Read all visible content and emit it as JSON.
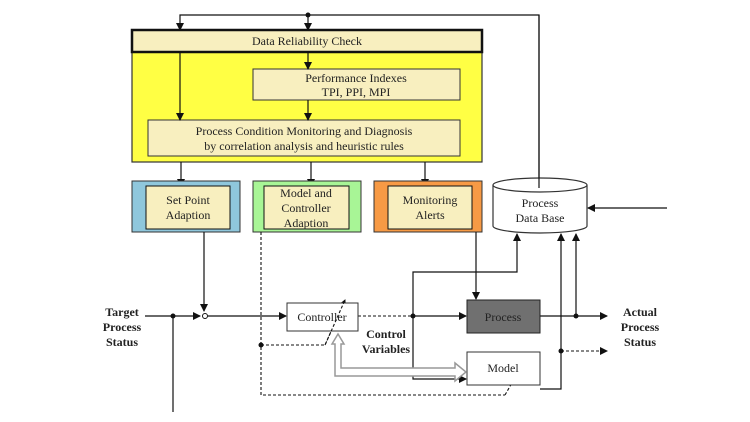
{
  "blocks": {
    "reliability": "Data Reliability Check",
    "performance": [
      "Performance Indexes",
      "TPI, PPI, MPI"
    ],
    "monitoring": [
      "Process Condition Monitoring and Diagnosis",
      "by correlation analysis and heuristic rules"
    ],
    "setpoint": [
      "Set Point",
      "Adaption"
    ],
    "model_adaption": [
      "Model and",
      "Controller",
      "Adaption"
    ],
    "alerts": [
      "Monitoring",
      "Alerts"
    ],
    "database": [
      "Process",
      "Data Base"
    ],
    "controller": "Controller",
    "process": "Process",
    "model": "Model"
  },
  "labels": {
    "target": [
      "Target",
      "Process",
      "Status"
    ],
    "actual": [
      "Actual",
      "Process",
      "Status"
    ],
    "control_vars": [
      "Control",
      "Variables"
    ]
  },
  "colors": {
    "yellow": "#ffff44",
    "inner": "#f8efbf",
    "blue": "#8fc7dc",
    "green": "#a8f596",
    "orange": "#f79a45",
    "process": "#707070"
  }
}
